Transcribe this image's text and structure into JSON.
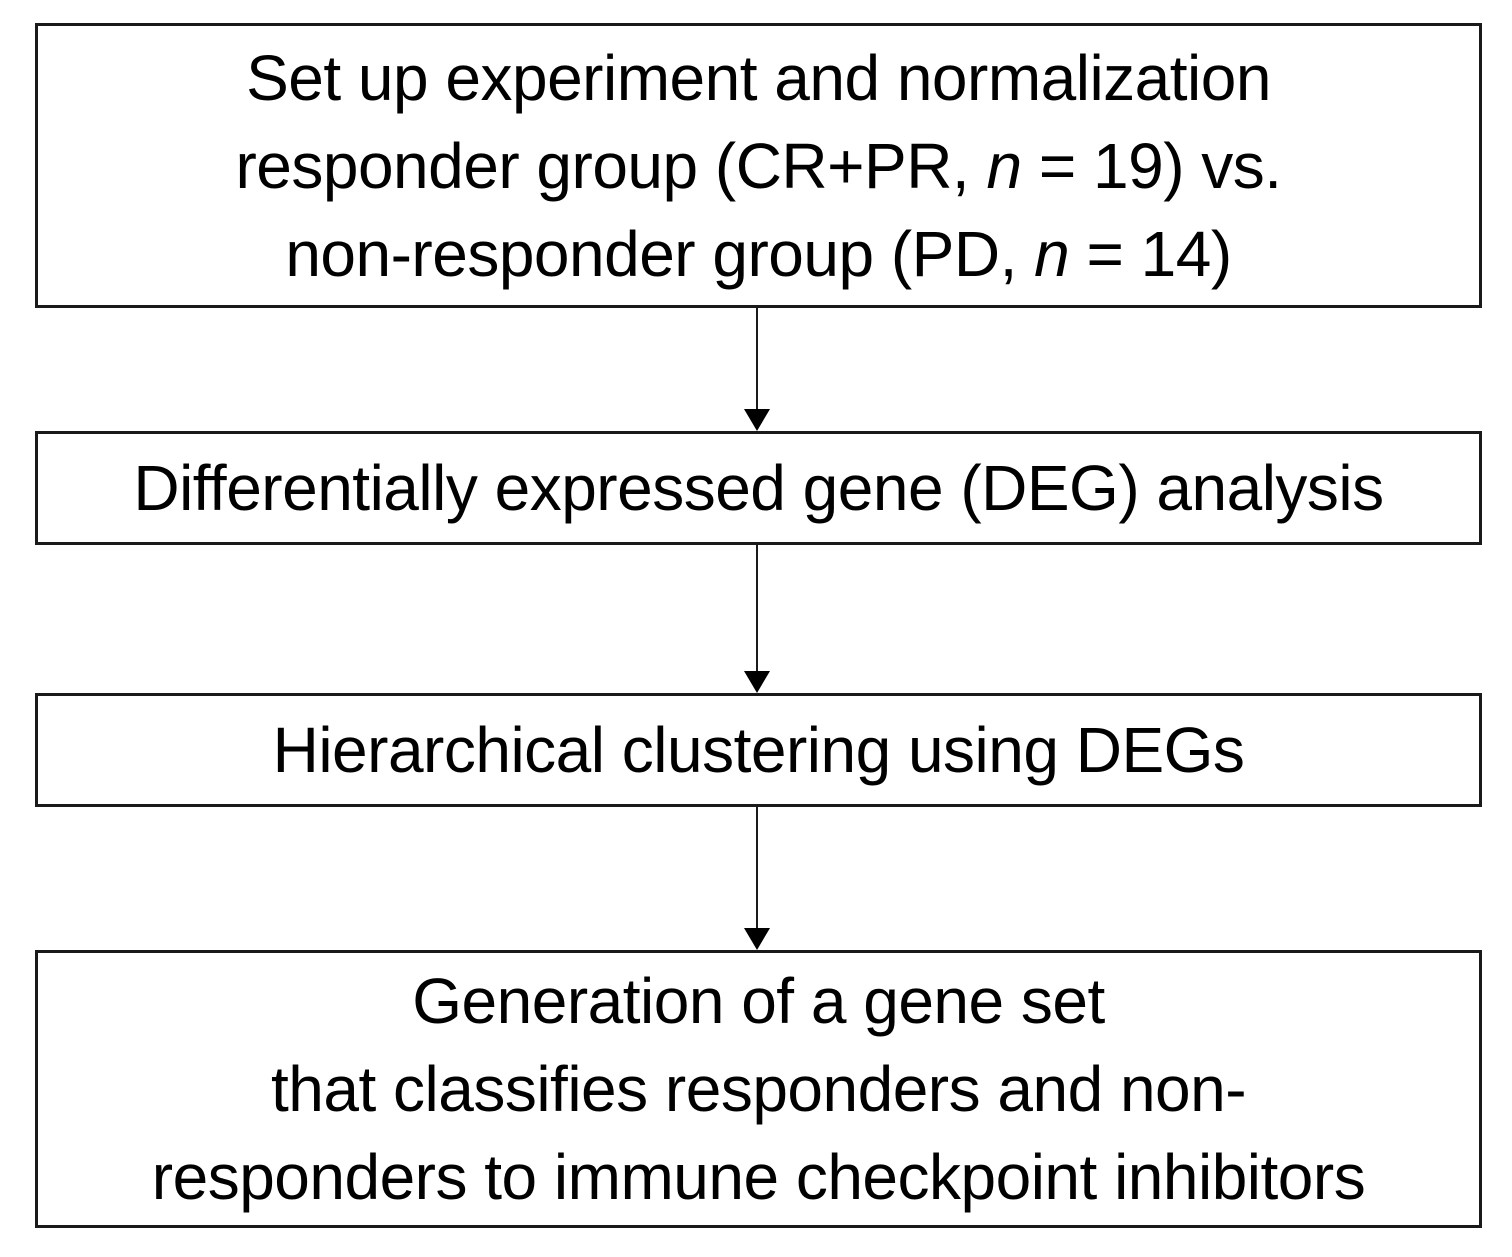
{
  "diagram": {
    "type": "flowchart",
    "direction": "top-down",
    "colors": {
      "background": "#ffffff",
      "border": "#1a1a1a",
      "text": "#000000"
    },
    "boxes": [
      {
        "id": "setup-normalization",
        "lines": [
          [
            {
              "t": "Set up experiment and normalization"
            }
          ],
          [
            {
              "t": "responder group (CR+PR, "
            },
            {
              "t": "n",
              "i": true
            },
            {
              "t": " = 19) vs."
            }
          ],
          [
            {
              "t": "non-responder group (PD, "
            },
            {
              "t": "n",
              "i": true
            },
            {
              "t": " = 14)"
            }
          ]
        ]
      },
      {
        "id": "deg-analysis",
        "lines": [
          [
            {
              "t": "Differentially expressed gene (DEG) analysis"
            }
          ]
        ]
      },
      {
        "id": "hierarchical-clustering",
        "lines": [
          [
            {
              "t": "Hierarchical clustering using DEGs"
            }
          ]
        ]
      },
      {
        "id": "gene-set-generation",
        "lines": [
          [
            {
              "t": "Generation of a gene set"
            }
          ],
          [
            {
              "t": "that classifies responders and non-"
            }
          ],
          [
            {
              "t": "responders to immune checkpoint inhibitors"
            }
          ]
        ]
      }
    ],
    "connectors": [
      {
        "from": "setup-normalization",
        "to": "deg-analysis",
        "style": "arrow-down"
      },
      {
        "from": "deg-analysis",
        "to": "hierarchical-clustering",
        "style": "arrow-down"
      },
      {
        "from": "hierarchical-clustering",
        "to": "gene-set-generation",
        "style": "arrow-down"
      }
    ]
  }
}
